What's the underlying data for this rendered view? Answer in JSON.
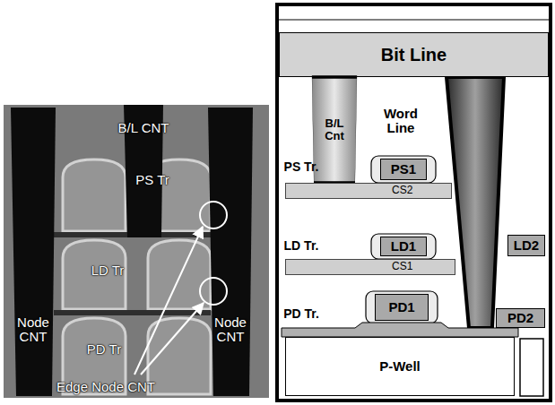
{
  "diagram": {
    "nodes": [
      {
        "text": [
          "Bit Line"
        ]
      },
      {
        "text": [
          "B/L Cnt"
        ]
      },
      {
        "text": [
          "PS1"
        ]
      },
      {
        "text": [
          "CS2"
        ]
      },
      {
        "text": [
          "LD1"
        ]
      },
      {
        "text": [
          "LD2"
        ]
      },
      {
        "text": [
          "CS1"
        ]
      },
      {
        "text": [
          "PD1"
        ]
      },
      {
        "text": [
          "PD2"
        ]
      },
      {
        "text": [
          "P-Well"
        ]
      }
    ],
    "labels": [
      "B/L CNT",
      "PS Tr",
      "LD Tr",
      "Node CNT",
      "PD Tr",
      "Node CNT",
      "Edge Node CNT",
      "Word Line",
      "PS Tr.",
      "LD Tr.",
      "PD Tr."
    ]
  }
}
